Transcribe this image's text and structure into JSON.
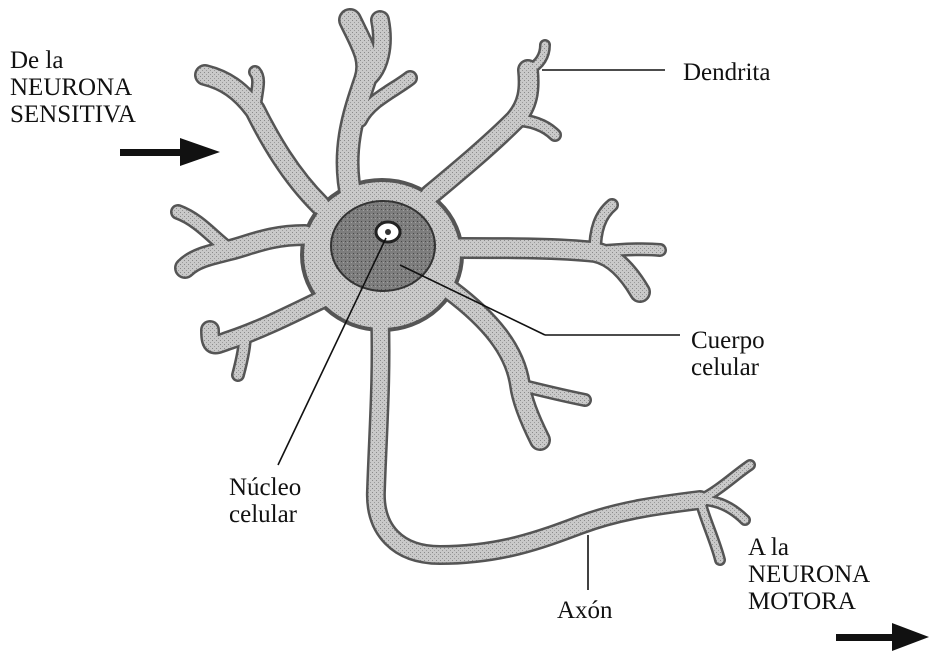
{
  "labels": {
    "input": [
      "De la",
      "NEURONA",
      "SENSITIVA"
    ],
    "dendrite": "Dendrita",
    "cell_body": [
      "Cuerpo",
      "celular"
    ],
    "nucleus": [
      "Núcleo",
      "celular"
    ],
    "axon": "Axón",
    "output": [
      "A la",
      "NEURONA",
      "MOTORA"
    ]
  },
  "colors": {
    "cell_fill": "#c6c6c6",
    "nucleus_fill": "#7f7f7f",
    "outline": "#555555",
    "text": "#111111",
    "arrow": "#111111"
  }
}
